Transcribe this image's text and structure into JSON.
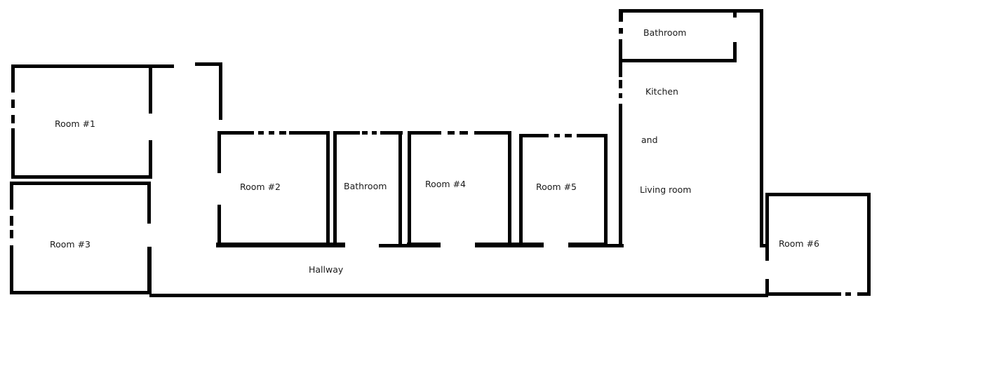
{
  "diagram": {
    "type": "floor-plan",
    "colors": {
      "wall": "#000000",
      "background": "#ffffff",
      "text": "#1a1a1a"
    },
    "rooms": {
      "room1": {
        "label": "Room #1"
      },
      "room2": {
        "label": "Room #2"
      },
      "room3": {
        "label": "Room #3"
      },
      "room4": {
        "label": "Room #4"
      },
      "room5": {
        "label": "Room #5"
      },
      "room6": {
        "label": "Room #6"
      },
      "bathroom_center": {
        "label": "Bathroom"
      },
      "bathroom_top": {
        "label": "Bathroom"
      },
      "kitchen": {
        "line1": "Kitchen",
        "line2": "and",
        "line3": "Living room"
      },
      "hallway": {
        "label": "Hallway"
      }
    }
  }
}
